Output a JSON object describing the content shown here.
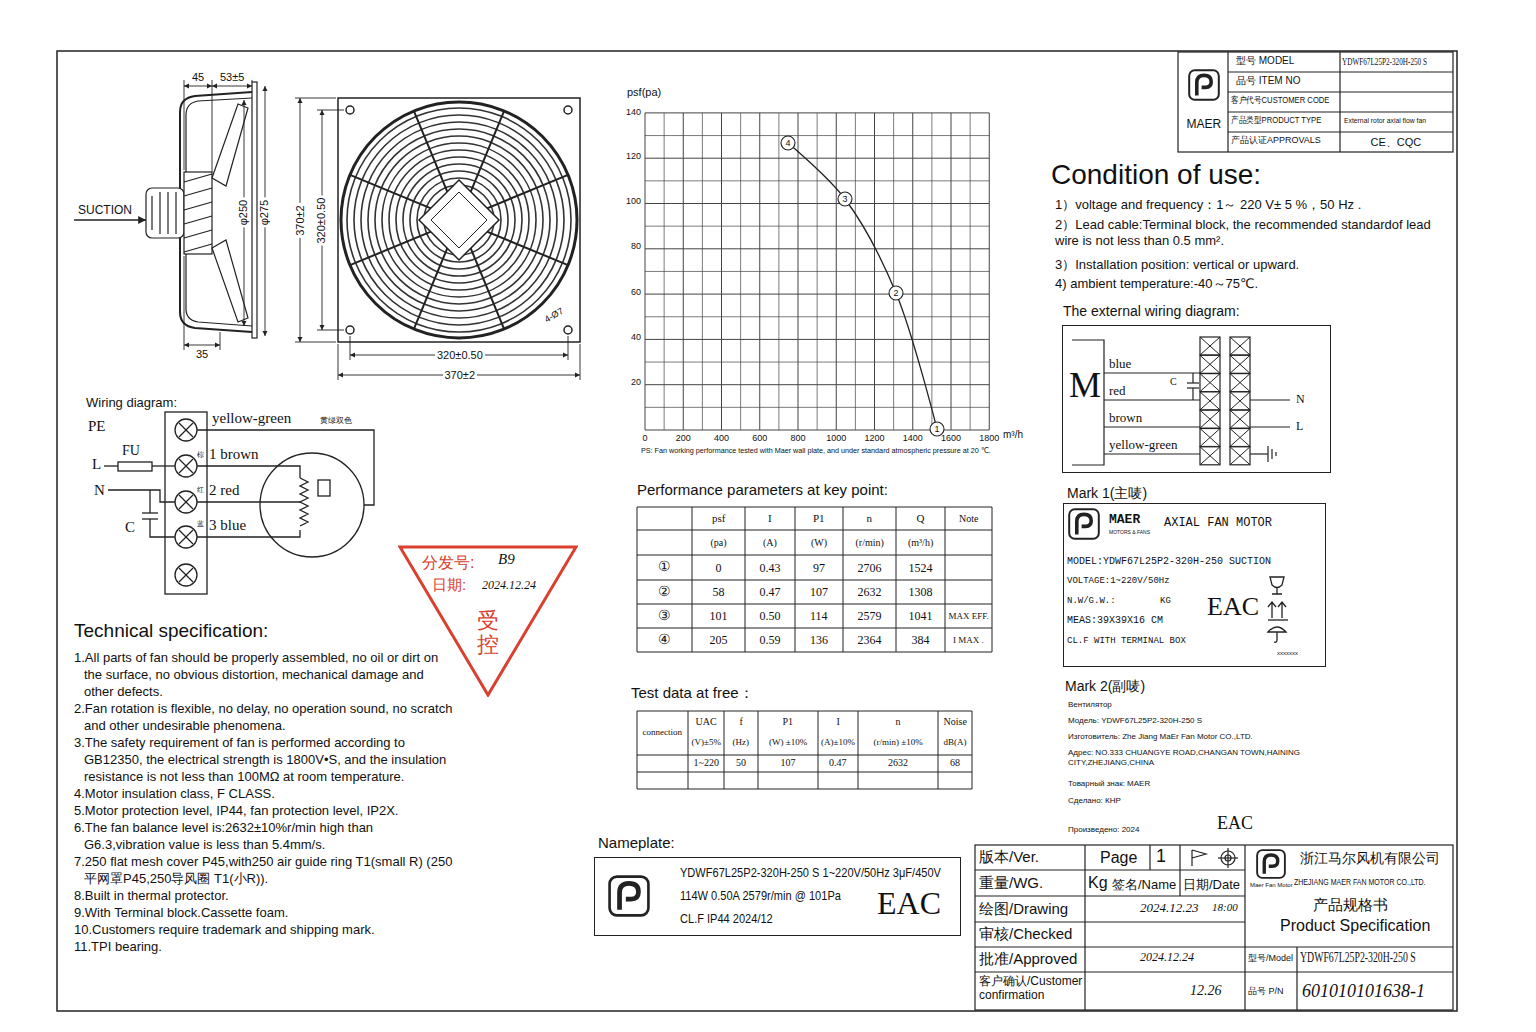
{
  "diagram": {
    "nodes": [
      {
        "text": [
          "The external wiring diagram:",
          "M",
          "blue",
          "red",
          "brown",
          "yellow-green",
          "C",
          "N",
          "L"
        ]
      },
      {
        "text": [
          "Mark 1(主唛)",
          "MAER",
          "MOTORS & FANS",
          "AXIAL FAN MOTOR",
          "MODEL:YDWF67L25P2-320H-250 SUCTION",
          "VOLTAGE:1~220V/50Hz",
          "N.W/G.W.:",
          "KG",
          "MEAS:39X39X16 CM",
          "CL.F WITH TERMINAL BOX",
          "EAC",
          "xxxxxxx"
        ]
      },
      {
        "text": [
          "分发号:",
          "B9",
          "日期:",
          "2024.12.24",
          "受控"
        ]
      },
      {
        "text": [
          "Nameplate:",
          "YDWF67L25P2-320H-250 S 1~220V/50Hz 3μF/450V",
          "114W 0.50A 2579r/min @ 101Pa",
          "CL.F IP44 2024/12",
          "EAC"
        ]
      }
    ],
    "labels": [
      "45",
      "53±5",
      "SUCTION",
      "φ250",
      "φ275",
      "35",
      "370±2",
      "320±0.50",
      "4-Ø7",
      "320±0.50",
      "370±2",
      "psf(pa)",
      "140",
      "120",
      "100",
      "80",
      "60",
      "40",
      "20",
      "0",
      "200",
      "400",
      "600",
      "800",
      "1000",
      "1200",
      "1400",
      "1600",
      "1800",
      "m³/h",
      "PS: Fan working performance tested with Maer wall plate, and under standard atmospheric pressure at 20 ℃.",
      "4",
      "3",
      "2",
      "1",
      "型号 MODEL",
      "YDWF67L25P2-320H-250 S",
      "品号 ITEM NO",
      "客户代号CUSTOMER CODE",
      "产品类型PRODUCT TYPE",
      "External rotor axial flow fan",
      "产品认证APPROVALS",
      "CE、CQC",
      "MAER",
      "Condition of use:",
      "1）voltage and frequency：1～ 220 V± 5 %，50 Hz .",
      "2）Lead cable:Terminal block, the recommended standardof lead wire is not less than 0.5 mm².",
      "3）Installation position: vertical or upward.",
      "4) ambient temperature:-40～75℃.",
      "Wiring diagram:",
      "PE",
      "yellow-green",
      "黄绿双色",
      "L",
      "FU",
      "N",
      "棕",
      "1 brown",
      "红",
      "2 red",
      "C",
      "蓝",
      "3 blue",
      "Performance parameters at key point:",
      "psf",
      "I",
      "P1",
      "n",
      "Q",
      "Note",
      "(pa)",
      "(A)",
      "(W)",
      "(r/min)",
      "(m³/h)",
      "①",
      "0",
      "0.43",
      "97",
      "2706",
      "1524",
      "②",
      "58",
      "0.47",
      "107",
      "2632",
      "1308",
      "③",
      "101",
      "0.50",
      "114",
      "2579",
      "1041",
      "MAX EFF.",
      "④",
      "205",
      "0.59",
      "136",
      "2364",
      "384",
      "I MAX .",
      "Test data at free：",
      "connection",
      "UAC",
      "(V)±5%",
      "f",
      "(Hz)",
      "P1",
      "(W) ±10%",
      "I",
      "(A)±10%",
      "n",
      "(r/min) ±10%",
      "Noise",
      "dB(A)",
      "1~220",
      "50",
      "107",
      "0.47",
      "2632",
      "68",
      "Technical specification:",
      "1.All parts of fan should be properly assembled, no oil or dirt on the surface, no obvious distortion, mechanical damage and other defects.",
      "2.Fan rotation is flexible, no delay, no operation sound, no scratch and other undesirable phenomena.",
      "3.The safety requirement of fan is performed according to GB12350, the electrical strength is 1800V•S, and the insulation resistance is not less than 100MΩ at room temperature.",
      "4.Motor insulation class, F CLASS.",
      "5.Motor protection level, IP44, fan protection level, IP2X.",
      "6.The fan balance level is:2632±10%r/min high than G6.3,vibration value is less than 5.4mm/s.",
      "7.250 flat mesh cover P45,with250 air guide ring T1(small R) (250平网罩P45,250导风圈 T1(小R)).",
      "8.Built in thermal protector.",
      "9.With Terminal block.Cassette foam.",
      "10.Customers require trademark and shipping mark.",
      "11.TPI bearing.",
      "Mark 2(副唛)",
      "Вентилятор",
      "Модель: YDWF67L25P2-320H-250 S",
      "Изготовитель: Zhe Jiang MaEr Fan Motor CO.,LTD.",
      "Адрес: NO.333 CHUANGYE ROAD,CHANGAN TOWN,HAINING CITY,ZHEJIANG,CHINA",
      "Товарный знак: MAER",
      "Сделано: КНР",
      "Произведено: 2024",
      "EAC",
      "版本/Ver.",
      "Page",
      "1",
      "重量/WG.",
      "Kg",
      "签名/Name",
      "日期/Date",
      "绘图/Drawing",
      "审核/Checked",
      "批准/Approved",
      "客户确认/Customer confirmation",
      "浙江马尔风机有限公司",
      "Maer Fan Motor",
      "ZHEJIANG MAER FAN MOTOR CO.,LTD.",
      "产品规格书",
      "Product Specification",
      "型号/Model",
      "YDWF67L25P2-320H-250 S",
      "品号 P/N",
      "601010101638-1",
      "2024.12.23",
      "18:00",
      "2024.12.24",
      "12.26"
    ]
  }
}
